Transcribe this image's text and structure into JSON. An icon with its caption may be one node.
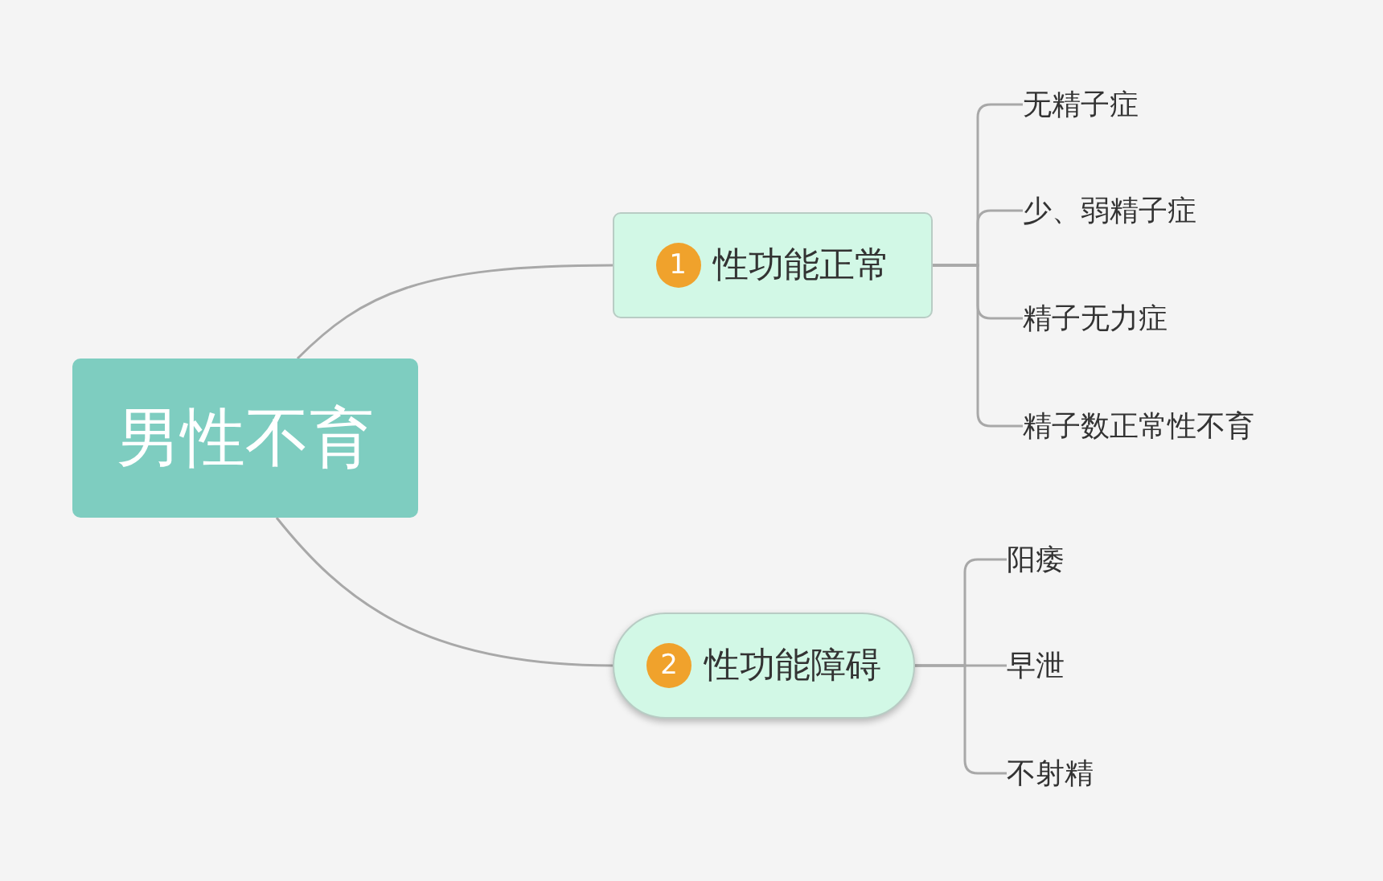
{
  "diagram": {
    "nodes": [
      {
        "text": [
          "男性不育"
        ]
      },
      {
        "text": [
          "1",
          "性功能正常"
        ]
      },
      {
        "text": [
          "无精子症"
        ]
      },
      {
        "text": [
          "少、弱精子症"
        ]
      },
      {
        "text": [
          "精子无力症"
        ]
      },
      {
        "text": [
          "精子数正常性不育"
        ]
      },
      {
        "text": [
          "2",
          "性功能障碍"
        ]
      },
      {
        "text": [
          "阳痿"
        ]
      },
      {
        "text": [
          "早泄"
        ]
      },
      {
        "text": [
          "不射精"
        ]
      }
    ],
    "edges": [
      {
        "from": 0,
        "to": 1,
        "arrow": "none"
      },
      {
        "from": 0,
        "to": 6,
        "arrow": "none"
      },
      {
        "from": 1,
        "to": 2,
        "arrow": "none"
      },
      {
        "from": 1,
        "to": 3,
        "arrow": "none"
      },
      {
        "from": 1,
        "to": 4,
        "arrow": "none"
      },
      {
        "from": 1,
        "to": 5,
        "arrow": "none"
      },
      {
        "from": 6,
        "to": 7,
        "arrow": "none"
      },
      {
        "from": 6,
        "to": 8,
        "arrow": "none"
      },
      {
        "from": 6,
        "to": 9,
        "arrow": "none"
      }
    ]
  }
}
